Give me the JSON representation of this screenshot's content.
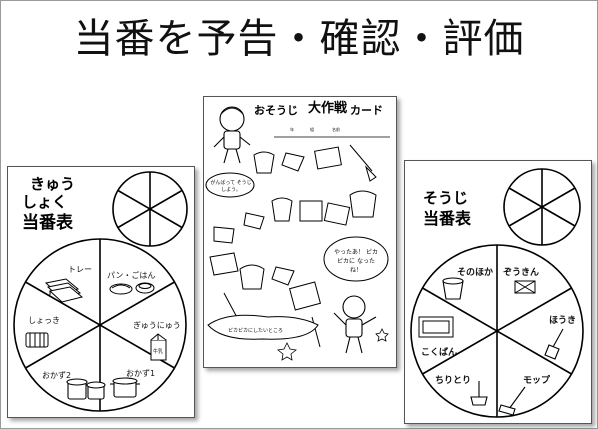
{
  "title": "当番を予告・確認・評価",
  "left_card": {
    "heading_line1": "きゅう",
    "heading_line2": "しょく",
    "heading_line3": "当番表",
    "labels": [
      "トレー",
      "パン・ごはん",
      "ぎゅうにゅう",
      "おかず1",
      "おかず2",
      "しょっき"
    ],
    "milk_label": "牛乳"
  },
  "middle_card": {
    "heading_a": "おそうじ",
    "heading_b": "大作戦",
    "heading_c": "カード",
    "form_label_1": "年",
    "form_label_2": "組",
    "form_label_3": "名前",
    "bubble_1": "がんばって そうじしよう。",
    "bubble_2": "やったあ！ ピカピカに なったね！",
    "bubble_3": "ピカピカにしたいところ"
  },
  "right_card": {
    "heading_line1": "そうじ",
    "heading_line2": "当番表",
    "labels": [
      "ぞうきん",
      "ほうき",
      "モップ",
      "ちりとり",
      "こくばん",
      "そのほか"
    ]
  }
}
